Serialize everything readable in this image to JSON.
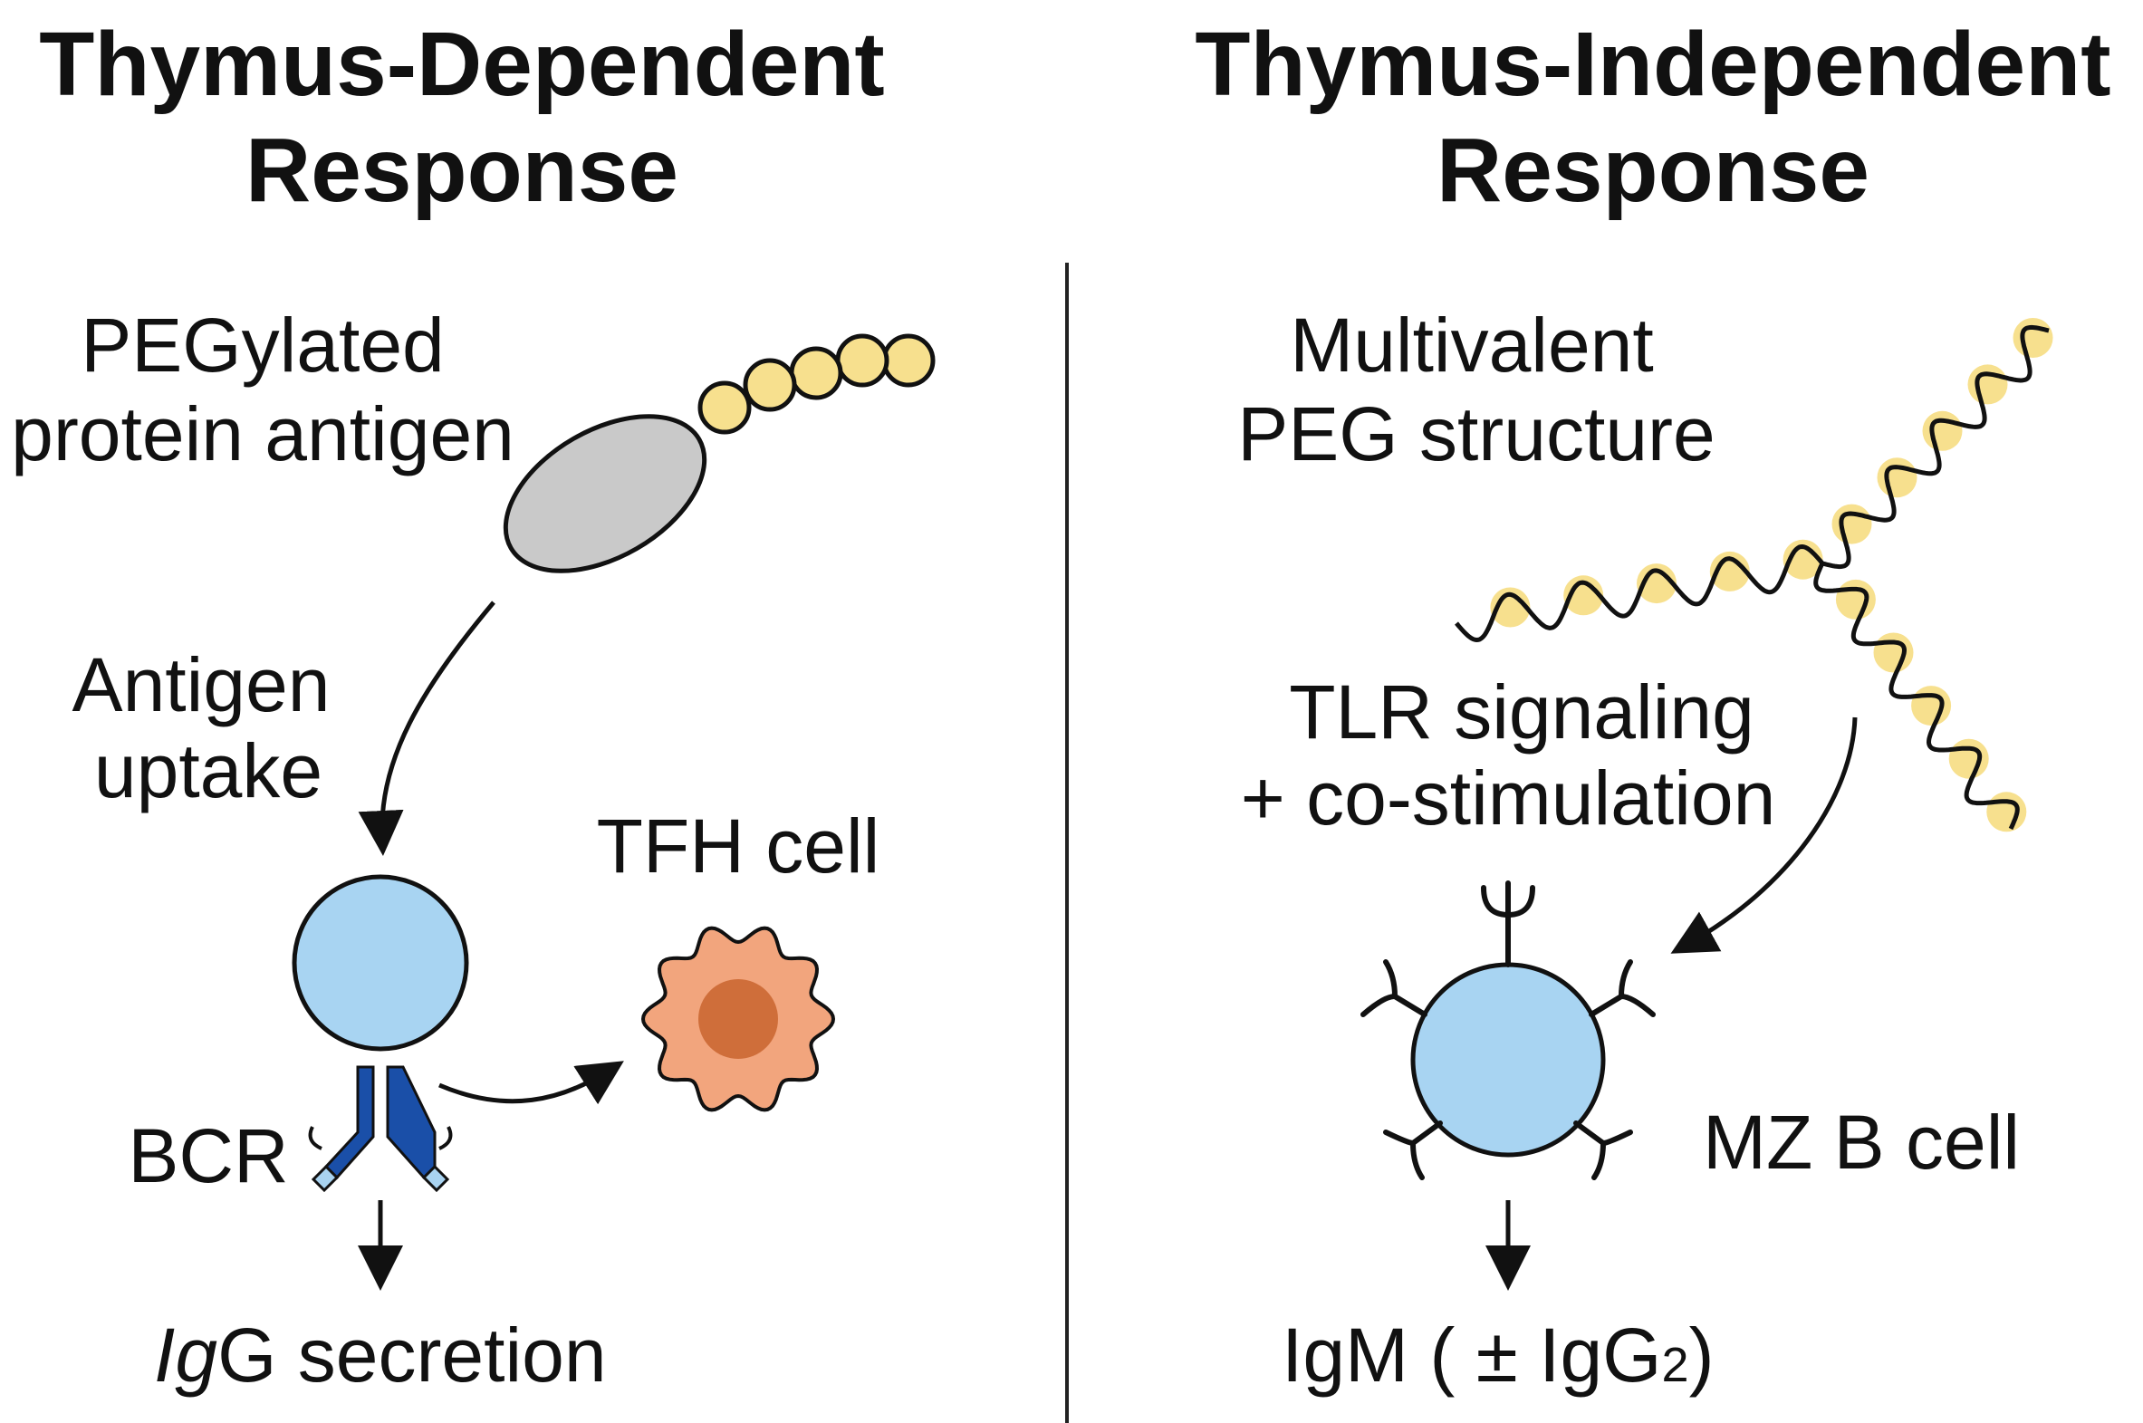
{
  "colors": {
    "ink": "#111111",
    "bcell_fill": "#a8d4f2",
    "peg_bead": "#f7e08e",
    "antigen_gray": "#c9c9c9",
    "tfh_outer": "#f2a57d",
    "tfh_nucleus": "#cf6e3a",
    "bcr_dark": "#1a4fa8",
    "bcr_light": "#a9d3f0"
  },
  "left_panel": {
    "title_line1": "Thymus-Dependent",
    "title_line2": "Response",
    "antigen_label_line1": "PEGylated",
    "antigen_label_line2": "protein antigen",
    "uptake_label_line1": "Antigen",
    "uptake_label_line2": "uptake",
    "tfh_label": "TFH cell",
    "bcr_label": "BCR",
    "output_italic": "Ig",
    "output_rest": "G secretion"
  },
  "right_panel": {
    "title_line1": "Thymus-Independent",
    "title_line2": "Response",
    "structure_label_line1": "Multivalent",
    "structure_label_line2": "PEG structure",
    "signal_label_line1": "TLR signaling",
    "signal_label_line2": "+ co-stimulation",
    "cell_label": "MZ B cell",
    "output_main": "IgM ( ± IgG",
    "output_sub": "2",
    "output_close": ")"
  },
  "icons": {
    "peg_chain": "peg-chain-icon",
    "antigen": "protein-antigen-icon",
    "b_cell": "b-cell-icon",
    "tfh_cell": "tfh-cell-icon",
    "bcr": "bcr-antibody-icon",
    "branched_peg": "branched-peg-icon",
    "mz_b_cell": "mz-b-cell-icon"
  }
}
